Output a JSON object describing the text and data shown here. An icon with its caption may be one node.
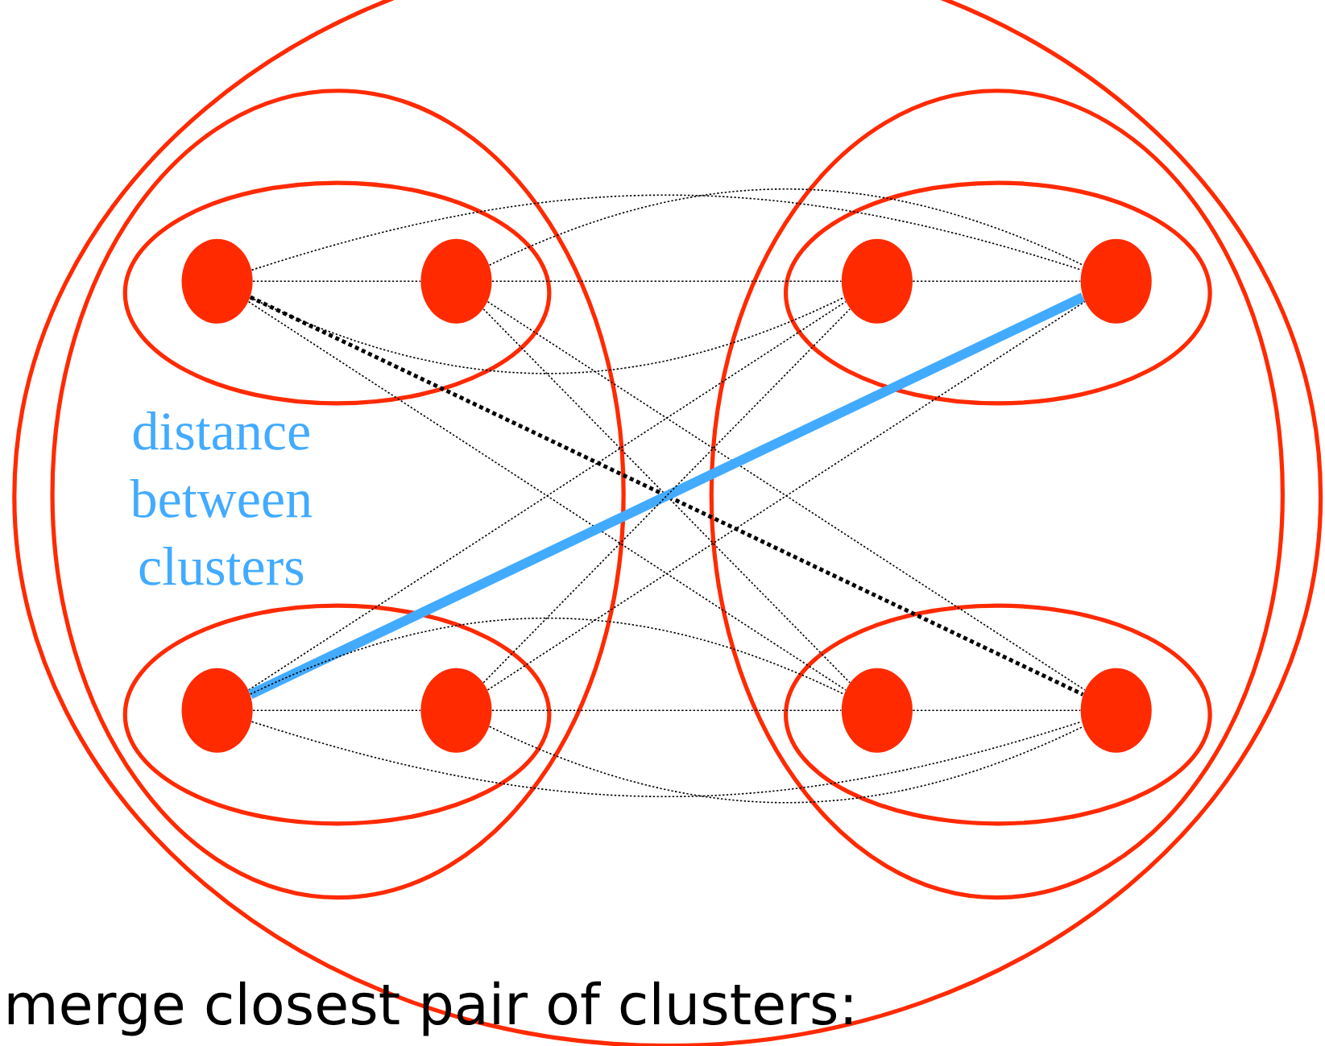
{
  "diagram": {
    "nodes": [
      {
        "text": [],
        "shape": "ellipse"
      },
      {
        "text": [],
        "shape": "ellipse",
        "in": 0
      },
      {
        "text": [],
        "shape": "ellipse",
        "in": 1
      },
      {
        "text": [],
        "shape": "circle",
        "in": 2
      },
      {
        "text": [],
        "shape": "circle",
        "in": 2
      },
      {
        "text": [],
        "shape": "ellipse",
        "in": 1
      },
      {
        "text": [],
        "shape": "circle",
        "in": 5
      },
      {
        "text": [],
        "shape": "circle",
        "in": 5
      },
      {
        "text": [],
        "shape": "ellipse",
        "in": 0
      },
      {
        "text": [],
        "shape": "ellipse",
        "in": 8
      },
      {
        "text": [],
        "shape": "circle",
        "in": 9
      },
      {
        "text": [],
        "shape": "circle",
        "in": 9
      },
      {
        "text": [],
        "shape": "ellipse",
        "in": 8
      },
      {
        "text": [],
        "shape": "circle",
        "in": 12
      },
      {
        "text": [],
        "shape": "circle",
        "in": 12
      }
    ],
    "edges": [
      {
        "from": 3,
        "to": 4,
        "arrow": "none",
        "style": "dashed"
      },
      {
        "from": 6,
        "to": 7,
        "arrow": "none",
        "style": "dashed"
      },
      {
        "from": 10,
        "to": 11,
        "arrow": "none",
        "style": "dashed"
      },
      {
        "from": 13,
        "to": 14,
        "arrow": "none",
        "style": "dashed"
      },
      {
        "from": 3,
        "to": 10,
        "arrow": "none",
        "style": "dashed"
      },
      {
        "from": 3,
        "to": 11,
        "arrow": "none",
        "style": "dashed"
      },
      {
        "from": 3,
        "to": 13,
        "arrow": "none",
        "style": "dashed"
      },
      {
        "from": 3,
        "to": 14,
        "arrow": "none",
        "style": "dashed"
      },
      {
        "from": 4,
        "to": 10,
        "arrow": "none",
        "style": "dashed"
      },
      {
        "from": 4,
        "to": 11,
        "arrow": "none",
        "style": "dashed"
      },
      {
        "from": 4,
        "to": 13,
        "arrow": "none",
        "style": "dashed"
      },
      {
        "from": 4,
        "to": 14,
        "arrow": "none",
        "style": "dashed"
      },
      {
        "from": 6,
        "to": 10,
        "arrow": "none",
        "style": "dashed"
      },
      {
        "from": 6,
        "to": 11,
        "arrow": "none",
        "style": "thick",
        "color": "#42abff"
      },
      {
        "from": 6,
        "to": 13,
        "arrow": "none",
        "style": "dashed"
      },
      {
        "from": 6,
        "to": 14,
        "arrow": "none",
        "style": "dashed"
      },
      {
        "from": 7,
        "to": 10,
        "arrow": "none",
        "style": "dashed"
      },
      {
        "from": 7,
        "to": 11,
        "arrow": "none",
        "style": "dashed"
      },
      {
        "from": 7,
        "to": 13,
        "arrow": "none",
        "style": "dashed"
      },
      {
        "from": 7,
        "to": 14,
        "arrow": "none",
        "style": "dashed"
      }
    ],
    "labels": [
      "distance between clusters",
      "merge closest pair of clusters:"
    ]
  }
}
